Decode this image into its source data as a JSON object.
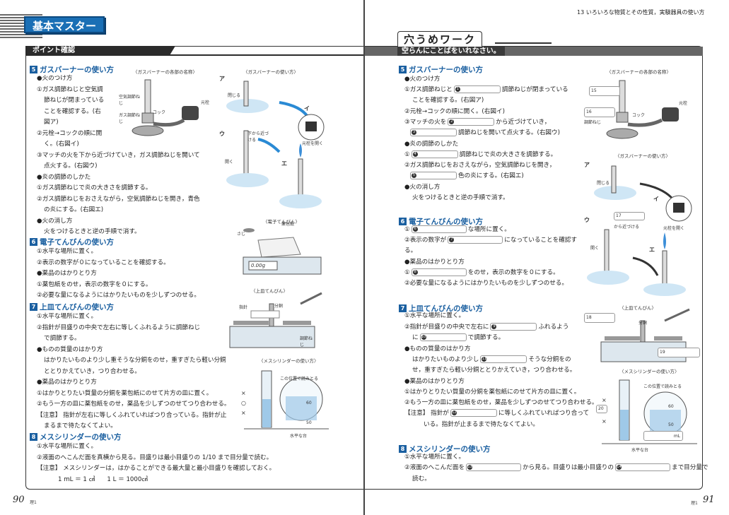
{
  "header": {
    "left_title": "基本マスター",
    "left_band": "ポイント確認",
    "right_runhead": "13 いろいろな物質とその性質，実験器具の使い方",
    "right_title": "穴うめワーク",
    "right_band": "空らんにことばをいれなさい。"
  },
  "left": {
    "s5": {
      "num": "5",
      "title": "ガスバーナーの使い方",
      "lines": [
        "●火のつけ方",
        "①ガス調節ねじと空気調",
        "節ねじが閉まっている",
        "ことを確認する。(右",
        "図ア)",
        "②元栓→コックの順に開",
        "く。(右図イ)",
        "③マッチの火を下から近づけていき，ガス調節ねじを開いて",
        "点火する。(右図ウ)",
        "●炎の調節のしかた",
        "①ガス調節ねじで炎の大きさを調節する。",
        "②ガス調節ねじをおさえながら，空気調節ねじを開き，青色",
        "の炎にする。(右図エ)",
        "●火の消し方",
        "火をつけるときと逆の手順で消す。"
      ]
    },
    "s6": {
      "num": "6",
      "title": "電子てんびんの使い方",
      "lines": [
        "①水平な場所に置く。",
        "②表示の数字が０になっていることを確認する。",
        "●薬品のはかりとり方",
        "①薬包紙をのせ，表示の数字を０にする。",
        "②必要な量になるようにはかりたいものを少しずつのせる。"
      ]
    },
    "s7": {
      "num": "7",
      "title": "上皿てんびんの使い方",
      "lines": [
        "①水平な場所に置く。",
        "②指針が目盛りの中央で左右に等しくふれるように調節ねじ",
        "で調節する。",
        "●ものの質量のはかり方",
        "はかりたいものより少し重そうな分銅をのせ，重すぎたら軽い分銅",
        "ととりかえていき，つり合わせる。",
        "●薬品のはかりとり方",
        "①はかりとりたい質量の分銅を薬包紙にのせて片方の皿に置く。",
        "②もう一方の皿に薬包紙をのせ，薬品を少しずつのせてつり合わせる。",
        "【注意】 指針が左右に等しくふれていればつり合っている。指針が止",
        "まるまで待たなくてよい。"
      ]
    },
    "s8": {
      "num": "8",
      "title": "メスシリンダーの使い方",
      "lines": [
        "①水平な場所に置く。",
        "②液面のへこんだ面を真横から見る。目盛りは最小目盛りの 1/10 まで目分量で読む。",
        "【注意】 メスシリンダーは，はかることができる最大量と最小目盛りを確認しておく。",
        "1 mL ＝ 1 ㎤　　1 L ＝ 1000㎤"
      ]
    },
    "captions": {
      "burner_parts": "〈ガスバーナーの各部の名称〉",
      "burner_use": "〈ガスバーナーの使い方〉",
      "ebalance": "〈電子てんびん〉",
      "balance": "〈上皿てんびん〉",
      "cylinder": "〈メスシリンダーの使い方〉"
    },
    "labels": {
      "air_screw": "空気調節ねじ",
      "gas_screw": "ガス調節ねじ",
      "cock": "コック",
      "valve": "元栓",
      "close": "閉じる",
      "open_valve": "元栓を開く",
      "from_below": "下から近づける",
      "open": "開く",
      "spoon": "さじ",
      "paper": "薬包紙",
      "display": "0.00g",
      "pointer": "指針",
      "weight": "分銅",
      "adj": "調節ねじ",
      "read_here": "この位置で読みとる",
      "level_table": "水平な台",
      "tick60": "60",
      "tick50": "50",
      "mark_a": "ア",
      "mark_i": "イ",
      "mark_u": "ウ",
      "mark_e": "エ",
      "ok": "○",
      "ng": "×"
    },
    "page_number": "90",
    "page_sub": "理1"
  },
  "right": {
    "s5": {
      "num": "5",
      "title": "ガスバーナーの使い方",
      "l1": "●火のつけ方",
      "l2a": "①ガス調節ねじと",
      "l2b": "調節ねじが閉まっている",
      "l3": "ことを確認する。(右図ア)",
      "l4": "②元栓→コックの順に開く。(右図イ)",
      "l5a": "③マッチの火を",
      "l5b": "から近づけていき，",
      "l6b": "調節ねじを開いて点火する。(右図ウ)",
      "l7": "●炎の調節のしかた",
      "l8a": "①",
      "l8b": "調節ねじで炎の大きさを調節する。",
      "l9": "②ガス調節ねじをおさえながら，空気調節ねじを開き，",
      "l10b": "色の炎にする。(右図エ)",
      "l11": "●火の消し方",
      "l12": "火をつけるときと逆の手順で消す。"
    },
    "s6": {
      "num": "6",
      "title": "電子てんびんの使い方",
      "l1a": "①",
      "l1b": "な場所に置く。",
      "l2a": "②表示の数字が",
      "l2b": "になっていることを確認す",
      "l3": "る。",
      "l4": "●薬品のはかりとり方",
      "l5a": "①",
      "l5b": "をのせ，表示の数字を０にする。",
      "l6": "②必要な量になるようにはかりたいものを少しずつのせる。"
    },
    "s7": {
      "num": "7",
      "title": "上皿てんびんの使い方",
      "l1": "①水平な場所に置く。",
      "l2a": "②指針が目盛りの中央で左右に",
      "l2b": "ふれるよう",
      "l3a": "に",
      "l3b": "で調節する。",
      "l4": "●ものの質量のはかり方",
      "l5a": "はかりたいものより少し",
      "l5b": "そうな分銅をの",
      "l6": "せ，重すぎたら軽い分銅ととりかえていき，つり合わせる。",
      "l7": "●薬品のはかりとり方",
      "l8": "①はかりとりたい質量の分銅を薬包紙にのせて片方の皿に置く。",
      "l9": "②もう一方の皿に薬包紙をのせ，薬品を少しずつのせてつり合わせる。",
      "l10a": "【注意】 指針が",
      "l10b": "に等しくふれていればつり合って",
      "l11": "いる。指針が止まるまで待たなくてよい。"
    },
    "s8": {
      "num": "8",
      "title": "メスシリンダーの使い方",
      "l1": "①水平な場所に置く。",
      "l2a": "②液面のへこんだ面を",
      "l2b": "から見る。目盛りは最小目盛りの",
      "l2c": "まで目分量で",
      "l3": "読む。"
    },
    "blank_nums": [
      "1",
      "2",
      "3",
      "4",
      "5",
      "6",
      "7",
      "8",
      "9",
      "10",
      "11",
      "12",
      "13",
      "14",
      "15",
      "16",
      "17",
      "18",
      "19",
      "20"
    ],
    "captions": {
      "burner_parts": "〈ガスバーナーの各部の名称〉",
      "burner_use": "〈ガスバーナーの使い方〉",
      "balance": "〈上皿てんびん〉",
      "cylinder": "〈メスシリンダーの使い方〉"
    },
    "labels": {
      "cock": "コック",
      "valve": "元栓",
      "gas_screw": "調節ねじ",
      "close": "閉じる",
      "open_valve": "元栓を開く",
      "from": "から近づける",
      "open": "開く",
      "weight": "分銅",
      "read_here": "この位置で読みとる",
      "level_table": "水平な台",
      "ml": "mL",
      "tick60": "60",
      "tick50": "50",
      "mark_a": "ア",
      "mark_i": "イ",
      "mark_u": "ウ",
      "mark_e": "エ",
      "ng": "×"
    },
    "page_number": "91",
    "page_sub": "理1"
  }
}
